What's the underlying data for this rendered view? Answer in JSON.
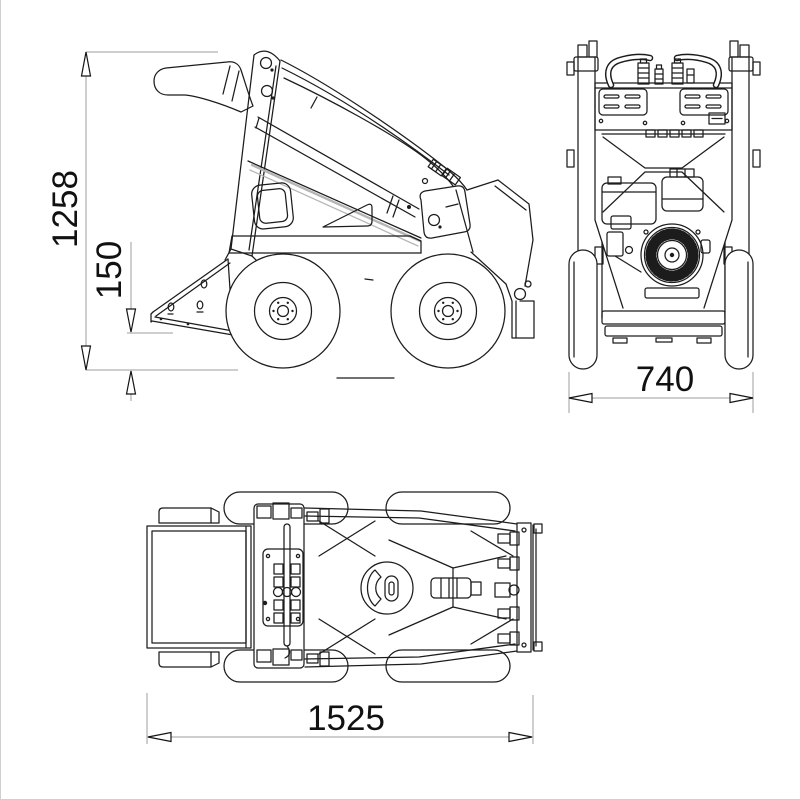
{
  "page": {
    "background": "#ffffff",
    "edge_color": "#cfcfcf"
  },
  "drawing": {
    "subject": "mini skid-steer loader three-view dimensional drawing",
    "line_color": "#1c1c1c",
    "aux_line_color": "#b5b5b5",
    "dim_line_color": "#9e9e9e",
    "text_color": "#111111",
    "views": {
      "side": "side-view",
      "rear": "rear-view",
      "top": "top-view"
    }
  },
  "dimensions": {
    "overall_height": "1258",
    "edge_height": "150",
    "overall_width": "740",
    "overall_length": "1525"
  }
}
